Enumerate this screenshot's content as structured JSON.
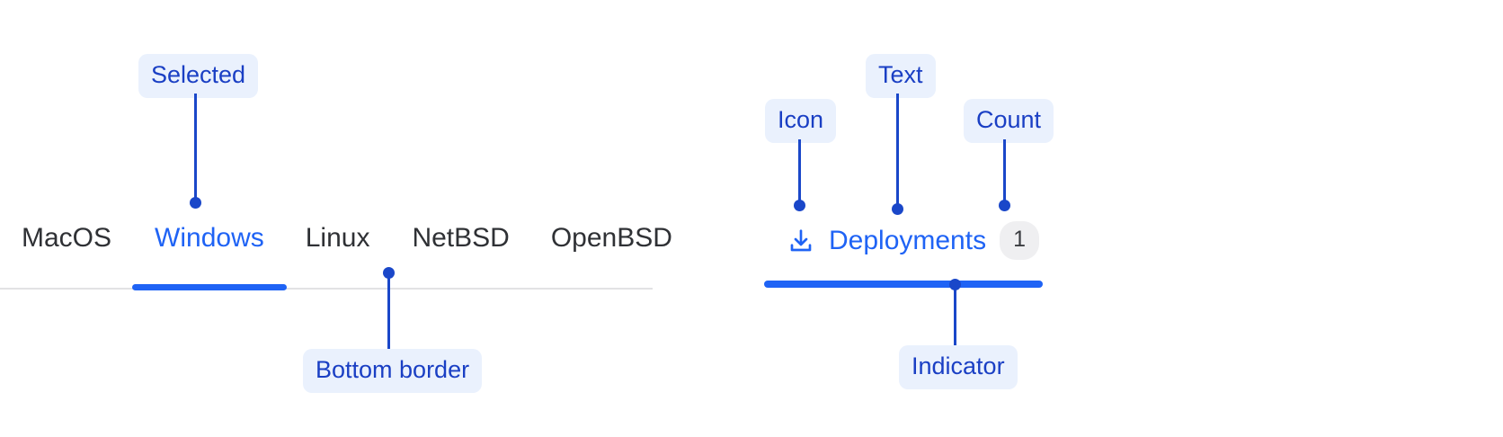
{
  "diagram": {
    "title": "Tabs anatomy annotation",
    "accent_blue": "#1f63f5",
    "callout_text_color": "#1a3fc4",
    "callout_bg_color": "#eaf1fd",
    "tab_text_color": "#2f3135",
    "border_color": "#e2e2e4",
    "badge_bg_color": "#efeff1",
    "badge_text_color": "#3a3c40"
  },
  "left_example": {
    "tabs": [
      {
        "label": "MacOS",
        "selected": false
      },
      {
        "label": "Windows",
        "selected": true
      },
      {
        "label": "Linux",
        "selected": false
      },
      {
        "label": "NetBSD",
        "selected": false
      },
      {
        "label": "OpenBSD",
        "selected": false
      }
    ],
    "callouts": {
      "selected": "Selected",
      "bottom_border": "Bottom border"
    }
  },
  "right_example": {
    "tab": {
      "icon": "download-icon",
      "text": "Deployments",
      "count": "1"
    },
    "callouts": {
      "icon": "Icon",
      "text": "Text",
      "count": "Count",
      "indicator": "Indicator"
    }
  }
}
